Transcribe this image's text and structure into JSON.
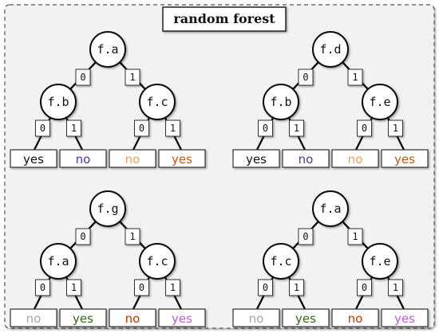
{
  "title": "random forest",
  "colors": {
    "yes_black": "#111111",
    "no_purple": "#5533aa",
    "no_orange": "#f0a060",
    "yes_orange": "#c05a10",
    "no_gray": "#a8a8a8",
    "yes_green": "#2e6a12",
    "no_red": "#cc3300",
    "yes_pink": "#c060d8"
  },
  "trees": [
    {
      "root": "f.a",
      "left": "f.b",
      "right": "f.c",
      "edges": {
        "root_left": "0",
        "root_right": "1",
        "left_left": "0",
        "left_right": "1",
        "right_left": "0",
        "right_right": "1"
      },
      "leaves": [
        {
          "text": "yes",
          "color": "#111111"
        },
        {
          "text": "no",
          "color": "#5533aa"
        },
        {
          "text": "no",
          "color": "#f0a060"
        },
        {
          "text": "yes",
          "color": "#c05a10"
        }
      ]
    },
    {
      "root": "f.d",
      "left": "f.b",
      "right": "f.e",
      "edges": {
        "root_left": "0",
        "root_right": "1",
        "left_left": "0",
        "left_right": "1",
        "right_left": "0",
        "right_right": "1"
      },
      "leaves": [
        {
          "text": "yes",
          "color": "#111111"
        },
        {
          "text": "no",
          "color": "#5533aa"
        },
        {
          "text": "no",
          "color": "#f0a060"
        },
        {
          "text": "yes",
          "color": "#c05a10"
        }
      ]
    },
    {
      "root": "f.g",
      "left": "f.a",
      "right": "f.c",
      "edges": {
        "root_left": "0",
        "root_right": "1",
        "left_left": "0",
        "left_right": "1",
        "right_left": "0",
        "right_right": "1"
      },
      "leaves": [
        {
          "text": "no",
          "color": "#a8a8a8"
        },
        {
          "text": "yes",
          "color": "#2e6a12"
        },
        {
          "text": "no",
          "color": "#cc3300"
        },
        {
          "text": "yes",
          "color": "#c060d8"
        }
      ]
    },
    {
      "root": "f.a",
      "left": "f.c",
      "right": "f.e",
      "edges": {
        "root_left": "0",
        "root_right": "1",
        "left_left": "0",
        "left_right": "1",
        "right_left": "0",
        "right_right": "1"
      },
      "leaves": [
        {
          "text": "no",
          "color": "#a8a8a8"
        },
        {
          "text": "yes",
          "color": "#2e6a12"
        },
        {
          "text": "no",
          "color": "#cc3300"
        },
        {
          "text": "yes",
          "color": "#c060d8"
        }
      ]
    }
  ]
}
